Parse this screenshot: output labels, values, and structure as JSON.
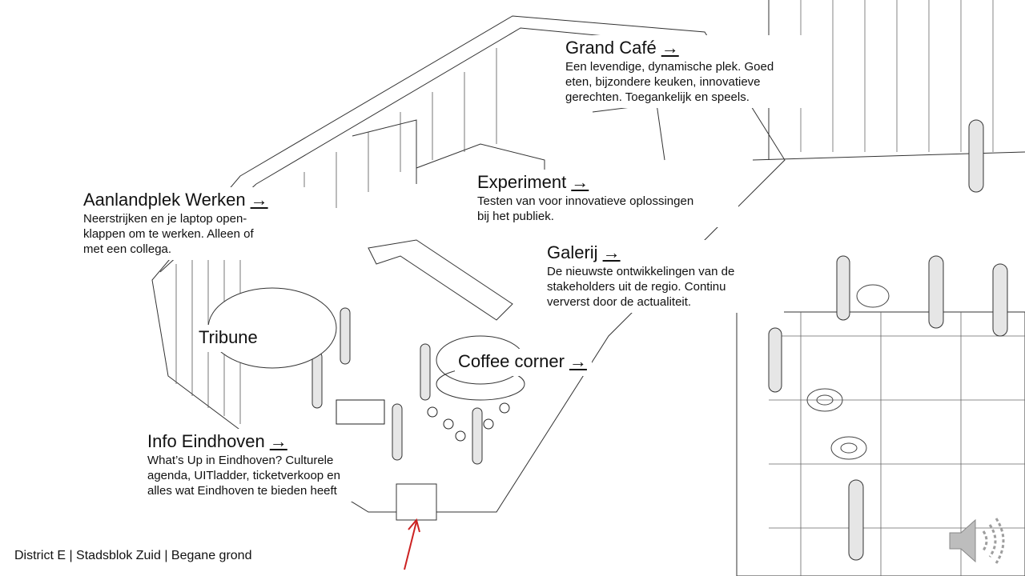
{
  "labels": {
    "grand_cafe": {
      "title": "Grand Café",
      "arrow": "→",
      "lines": [
        "Een levendige, dynamische plek. Goed",
        "eten, bijzondere keuken, innovatieve",
        "gerechten. Toegankelijk en speels."
      ]
    },
    "experiment": {
      "title": "Experiment",
      "arrow": "→",
      "lines": [
        "Testen van voor innovatieve oplossingen",
        "bij het publiek."
      ]
    },
    "aanlandplek": {
      "title": "Aanlandplek Werken",
      "arrow": "→",
      "lines": [
        "Neerstrijken en je laptop open-",
        "klappen om te werken. Alleen of",
        "met een collega."
      ]
    },
    "galerij": {
      "title": "Galerij",
      "arrow": "→",
      "lines": [
        "De nieuwste ontwikkelingen van de",
        "stakeholders uit de regio. Continu",
        "ververst door de actualiteit."
      ]
    },
    "tribune": {
      "title": "Tribune"
    },
    "coffee_corner": {
      "title": "Coffee corner",
      "arrow": "→"
    },
    "info_eindhoven": {
      "title": "Info Eindhoven",
      "arrow": "→",
      "lines": [
        "What’s Up in Eindhoven? Culturele",
        "agenda, UITladder, ticketverkoop en",
        "alles wat Eindhoven te bieden heeft"
      ]
    }
  },
  "footer": {
    "text": "District E | Stadsblok Zuid | Begane grond"
  },
  "icons": {
    "speaker": "speaker-audio-icon",
    "entrance_arrow": "entrance-arrow-icon"
  },
  "colors": {
    "line": "#333333",
    "entrance_arrow": "#cc2222",
    "background": "#ffffff"
  }
}
